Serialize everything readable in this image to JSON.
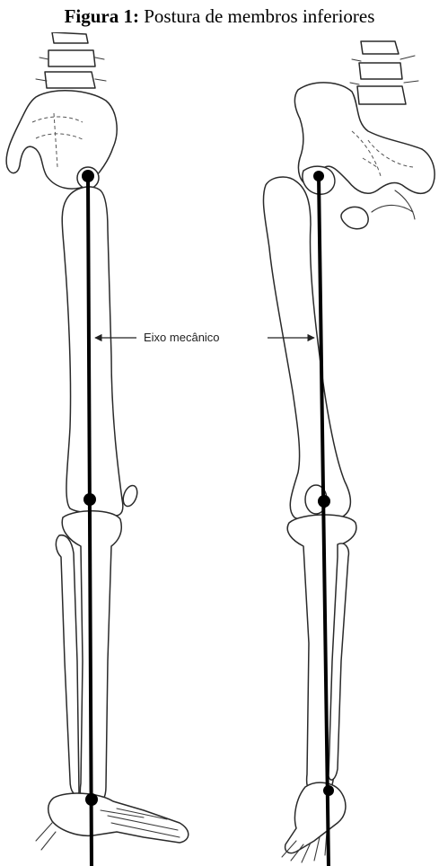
{
  "caption": {
    "label": "Figura 1:",
    "text": " Postura de membros  inferiores"
  },
  "figure": {
    "annotation": "Eixo mecânico",
    "axis_color": "#000000",
    "bone_outline_color": "#2a2a2a"
  }
}
